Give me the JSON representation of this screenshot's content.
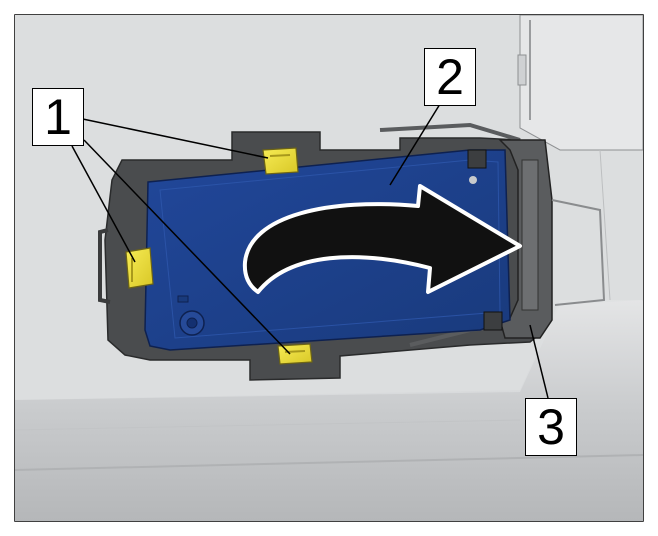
{
  "callouts": {
    "one": "1",
    "two": "2",
    "three": "3"
  },
  "colors": {
    "module_blue": "#1d3f86",
    "clip_yellow": "#f2e23a",
    "arrow_black": "#111111",
    "background_grey": "#d6d8da"
  },
  "icons": {
    "rotation_arrow": "curved-arrow-right-icon"
  }
}
